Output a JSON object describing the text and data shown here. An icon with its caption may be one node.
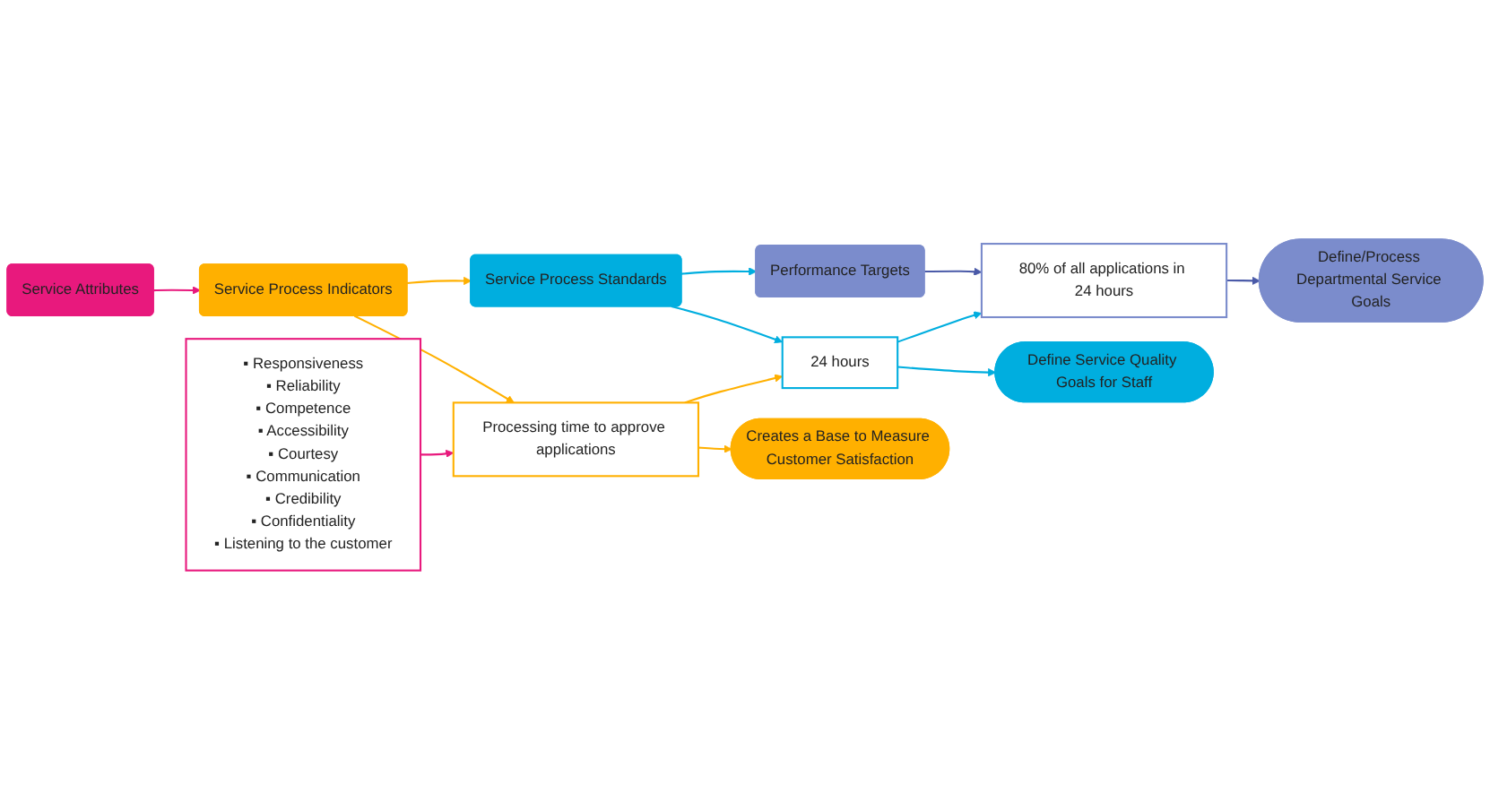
{
  "diagram": {
    "nodes": [
      {
        "text": [
          "Service Attributes"
        ]
      },
      {
        "text": [
          "Service Process Indicators"
        ]
      },
      {
        "text": [
          "Service Process Standards"
        ]
      },
      {
        "text": [
          "Performance Targets"
        ]
      },
      {
        "text": [
          "▪ Responsiveness",
          "▪ Reliability",
          "▪ Competence",
          "▪ Accessibility",
          "▪ Courtesy",
          "▪ Communication",
          "▪ Credibility",
          "▪ Confidentiality",
          "▪ Listening to the customer"
        ]
      },
      {
        "text": [
          "Processing time to approve applications"
        ]
      },
      {
        "text": [
          "24 hours"
        ]
      },
      {
        "text": [
          "80% of all applications in 24 hours"
        ]
      },
      {
        "text": [
          "Creates a Base to Measure Customer Satisfaction"
        ]
      },
      {
        "text": [
          "Define Service Quality Goals for Staff"
        ]
      },
      {
        "text": [
          "Define/Process Departmental Service Goals"
        ]
      }
    ],
    "edges": [
      {
        "from": 0,
        "to": 1,
        "arrow": "to",
        "color": "#e8197d"
      },
      {
        "from": 1,
        "to": 2,
        "arrow": "to",
        "color": "#ffb000"
      },
      {
        "from": 2,
        "to": 3,
        "arrow": "to",
        "color": "#00aedf"
      },
      {
        "from": 1,
        "to": 5,
        "arrow": "to",
        "color": "#ffb000"
      },
      {
        "from": 2,
        "to": 6,
        "arrow": "to",
        "color": "#00aedf"
      },
      {
        "from": 3,
        "to": 7,
        "arrow": "to",
        "color": "#4a5aa8"
      },
      {
        "from": 4,
        "to": 5,
        "arrow": "to",
        "color": "#e8197d"
      },
      {
        "from": 5,
        "to": 6,
        "arrow": "to",
        "color": "#ffb000"
      },
      {
        "from": 6,
        "to": 7,
        "arrow": "to",
        "color": "#00aedf"
      },
      {
        "from": 5,
        "to": 8,
        "arrow": "to",
        "color": "#ffb000"
      },
      {
        "from": 6,
        "to": 9,
        "arrow": "to",
        "color": "#00aedf"
      },
      {
        "from": 7,
        "to": 10,
        "arrow": "to",
        "color": "#4a5aa8"
      }
    ]
  }
}
